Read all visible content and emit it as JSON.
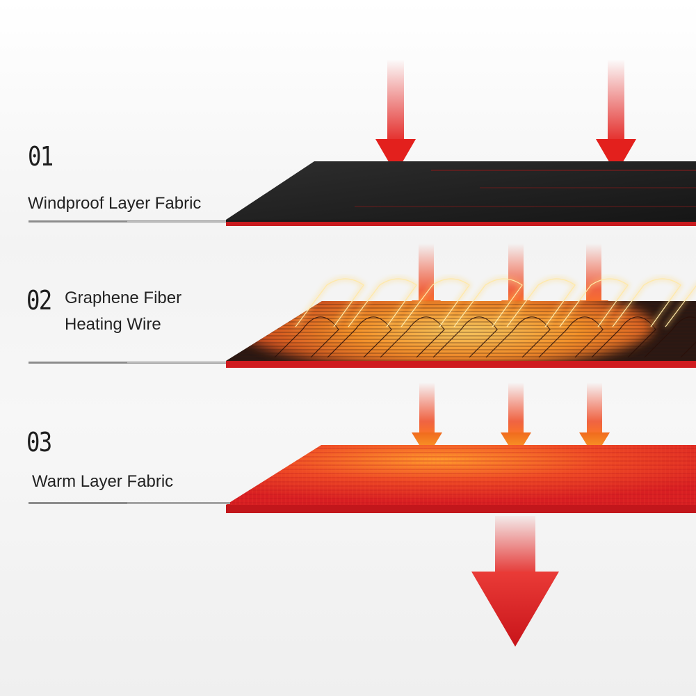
{
  "layers": [
    {
      "number": "01",
      "label_lines": [
        "Windproof Layer Fabric"
      ]
    },
    {
      "number": "02",
      "label_lines": [
        "Graphene Fiber",
        "Heating Wire"
      ]
    },
    {
      "number": "03",
      "label_lines": [
        "Warm Layer Fabric"
      ]
    }
  ],
  "colors": {
    "windproof": "#1f1f1f",
    "heating_base": "#2a1a14",
    "warm": "#e01f22",
    "arrow": "#e3201d",
    "glow": "#ffb23a"
  }
}
